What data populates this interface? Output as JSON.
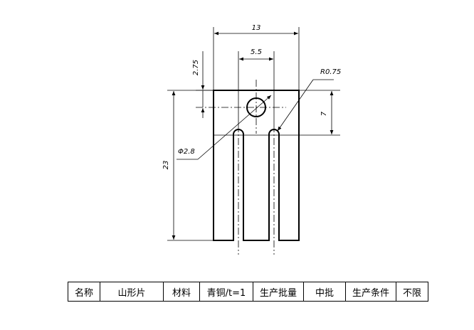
{
  "drawing": {
    "part_name": "山形片",
    "dimensions": {
      "overall_width": "13",
      "slot_pitch": "5.5",
      "hole_offset": "2.75",
      "hole_diameter": "Φ2.8",
      "slot_radius": "R0.75",
      "slot_start": "7",
      "overall_height": "23"
    }
  },
  "table": {
    "cells": [
      {
        "name": "label-name",
        "text": "名称"
      },
      {
        "name": "value-name",
        "text": "山形片"
      },
      {
        "name": "label-material",
        "text": "材料"
      },
      {
        "name": "value-material",
        "text": "青铜/t=1"
      },
      {
        "name": "label-batch",
        "text": "生产批量"
      },
      {
        "name": "value-batch",
        "text": "中批"
      },
      {
        "name": "label-conditions",
        "text": "生产条件"
      },
      {
        "name": "value-conditions",
        "text": "不限"
      }
    ]
  }
}
